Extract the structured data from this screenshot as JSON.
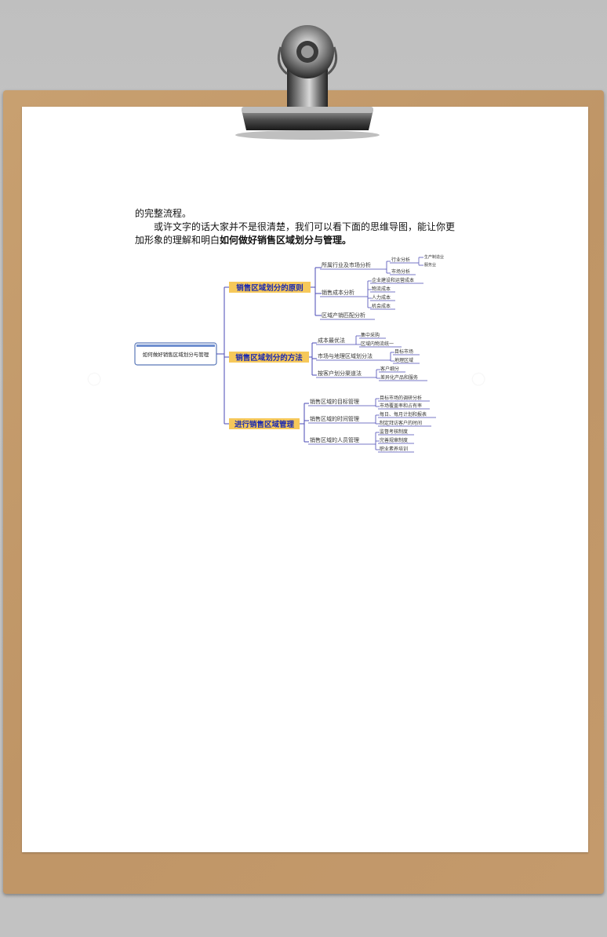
{
  "document": {
    "line1": "的完整流程。",
    "line2": "或许文字的话大家并不是很清楚，我们可以看下面的思维导图，能让你更",
    "line3_prefix": "加形象的理解和明白",
    "line3_bold": "如何做好销售区域划分与管理。"
  },
  "mindmap": {
    "root": "如何做好销售区域划分与管理",
    "branches": [
      {
        "label": "销售区域划分的原则",
        "subs": [
          {
            "label": "所属行业及市场分析",
            "items": [
              {
                "label": "行业分析",
                "items": [
                  "生产制造业",
                  "服务业"
                ]
              },
              {
                "label": "市场分析",
                "items": []
              }
            ]
          },
          {
            "label": "销售成本分析",
            "items": [
              {
                "label": "企业建设和运营成本",
                "items": []
              },
              {
                "label": "物流成本",
                "items": []
              },
              {
                "label": "人力成本",
                "items": []
              },
              {
                "label": "机会成本",
                "items": []
              }
            ]
          },
          {
            "label": "区域产销匹配分析",
            "items": []
          }
        ]
      },
      {
        "label": "销售区域划分的方法",
        "subs": [
          {
            "label": "成本最优法",
            "items": [
              {
                "label": "集中采购",
                "items": []
              },
              {
                "label": "区域内物流统一",
                "items": []
              }
            ]
          },
          {
            "label": "市场与地理区域划分法",
            "items": [
              {
                "label": "目标市场",
                "items": []
              },
              {
                "label": "地理区域",
                "items": []
              }
            ]
          },
          {
            "label": "按客户划分渠道法",
            "items": [
              {
                "label": "客户细分",
                "items": []
              },
              {
                "label": "差异化产品和服务",
                "items": []
              }
            ]
          }
        ]
      },
      {
        "label": "进行销售区域管理",
        "subs": [
          {
            "label": "销售区域的目标管理",
            "items": [
              {
                "label": "目标市场的调研分析",
                "items": []
              },
              {
                "label": "市场覆盖率和占有率",
                "items": []
              }
            ]
          },
          {
            "label": "销售区域的时间管理",
            "items": [
              {
                "label": "每日、每月计划和报表",
                "items": []
              },
              {
                "label": "制定拜访客户的时间",
                "items": []
              }
            ]
          },
          {
            "label": "销售区域的人员管理",
            "items": [
              {
                "label": "监督考核制度",
                "items": []
              },
              {
                "label": "完善规章制度",
                "items": []
              },
              {
                "label": "职业素养培训",
                "items": []
              }
            ]
          }
        ]
      }
    ]
  },
  "colors": {
    "board": "#c49a6c",
    "paper": "#ffffff",
    "branch_fill": "#f6c85a",
    "branch_text": "#1d2bb0",
    "line": "#4a4ab5",
    "root_border": "#5a78b8"
  }
}
